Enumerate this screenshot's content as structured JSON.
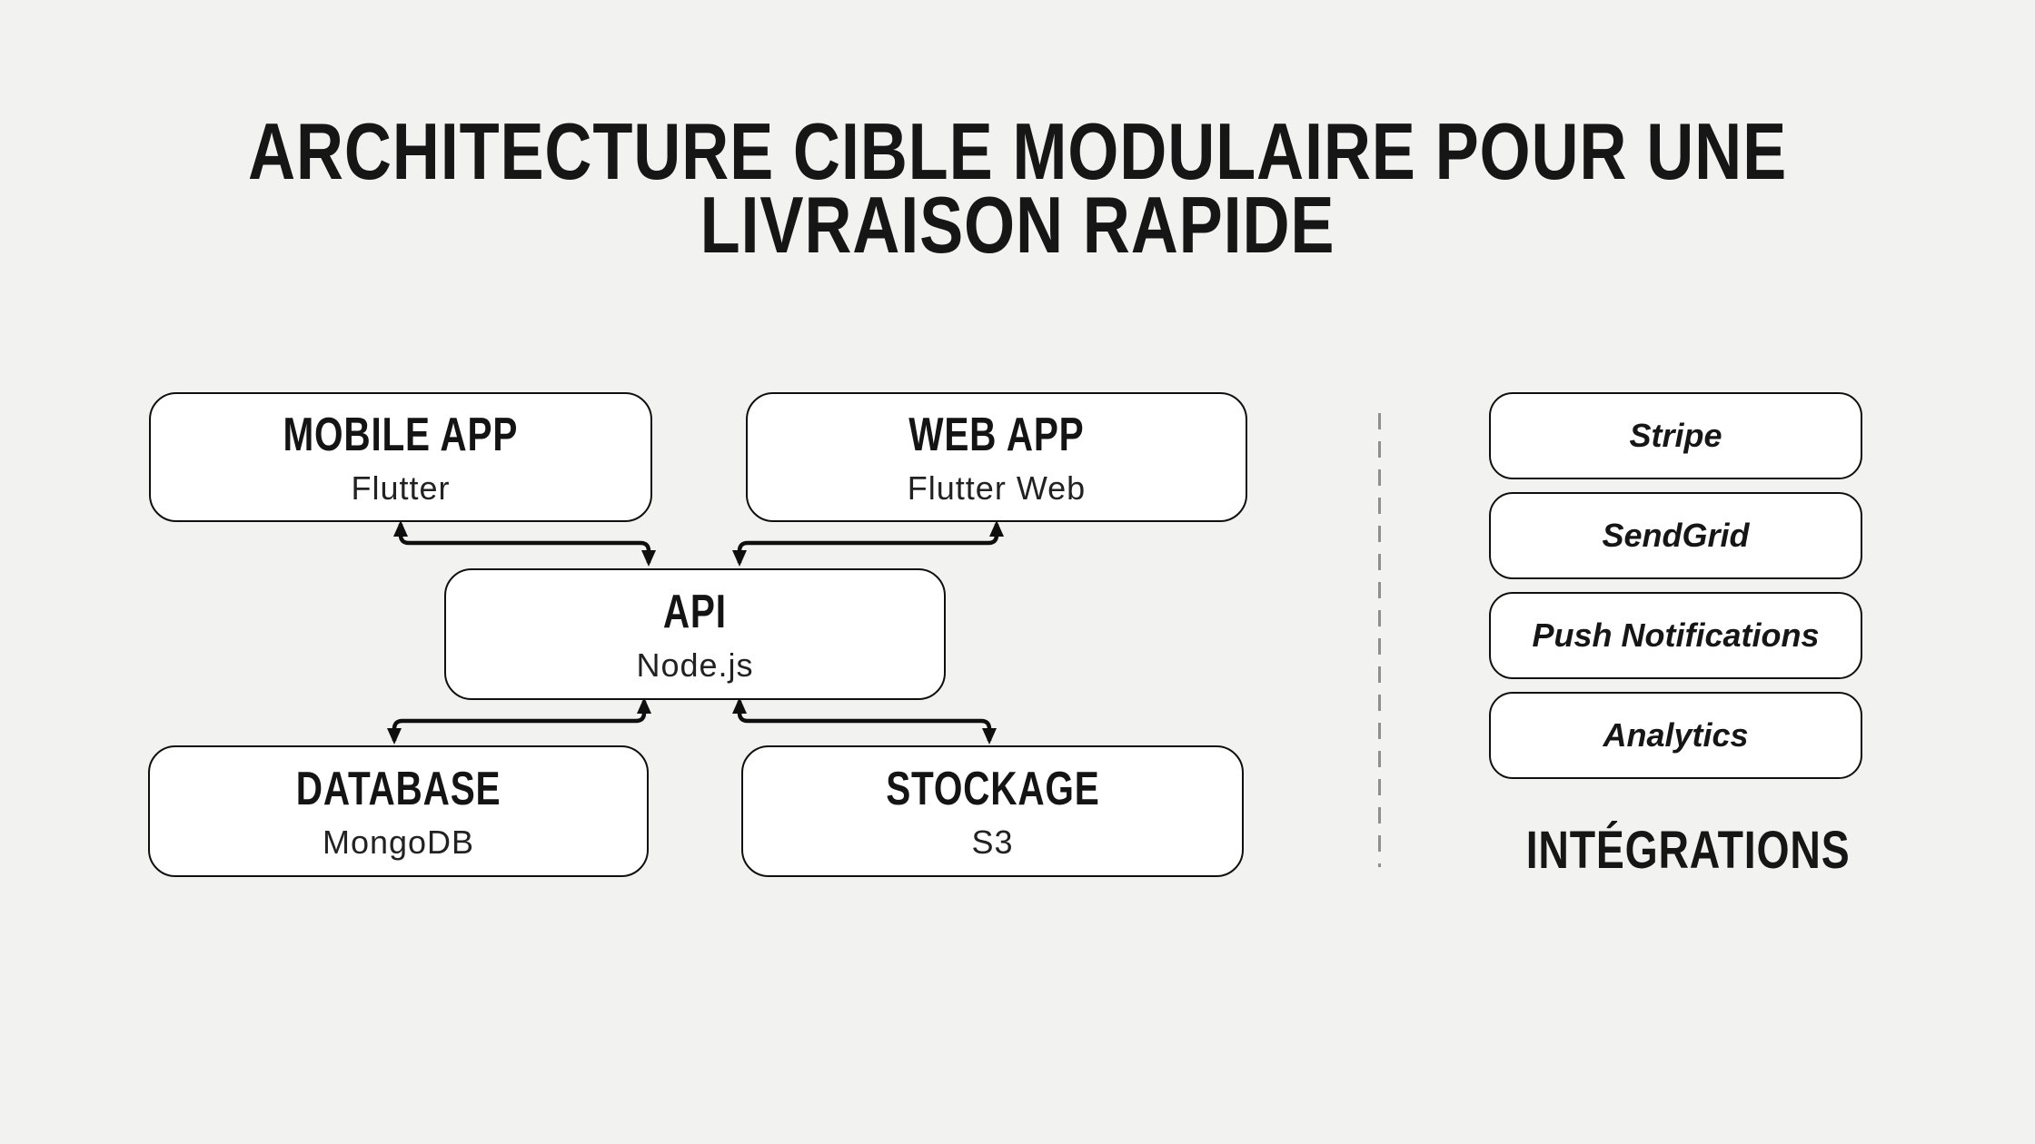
{
  "title": {
    "line1": "ARCHITECTURE CIBLE MODULAIRE POUR UNE",
    "line2": "LIVRAISON RAPIDE"
  },
  "nodes": {
    "mobile": {
      "label": "MOBILE APP",
      "tech": "Flutter"
    },
    "web": {
      "label": "WEB APP",
      "tech": "Flutter Web"
    },
    "api": {
      "label": "API",
      "tech": "Node.js"
    },
    "database": {
      "label": "DATABASE",
      "tech": "MongoDB"
    },
    "storage": {
      "label": "STOCKAGE",
      "tech": "S3"
    }
  },
  "integrations": {
    "heading": "INTÉGRATIONS",
    "items": [
      "Stripe",
      "SendGrid",
      "Push Notifications",
      "Analytics"
    ]
  },
  "colors": {
    "background": "#f2f2f0",
    "node_fill": "#ffffff",
    "stroke": "#0f0f0f",
    "divider_dash": "#8f8f8f"
  }
}
